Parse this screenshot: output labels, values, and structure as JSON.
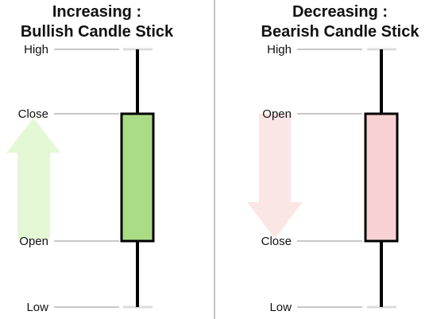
{
  "panels": [
    {
      "title_line1": "Increasing :",
      "title_line2": "Bullish Candle Stick",
      "labels": {
        "high": "High",
        "upper": "Close",
        "lower": "Open",
        "low": "Low"
      },
      "body_fill": "#aadc85",
      "arrow_fill": "#e4f8d6",
      "arrow_direction": "up"
    },
    {
      "title_line1": "Decreasing :",
      "title_line2": "Bearish Candle Stick",
      "labels": {
        "high": "High",
        "upper": "Open",
        "lower": "Close",
        "low": "Low"
      },
      "body_fill": "#f8d2d2",
      "arrow_fill": "#fbe6e6",
      "arrow_direction": "down"
    }
  ],
  "colors": {
    "outline": "#000000",
    "guide_line": "#a8a8a8",
    "tick_mark": "#dddddd",
    "divider": "#9a9a9a"
  }
}
